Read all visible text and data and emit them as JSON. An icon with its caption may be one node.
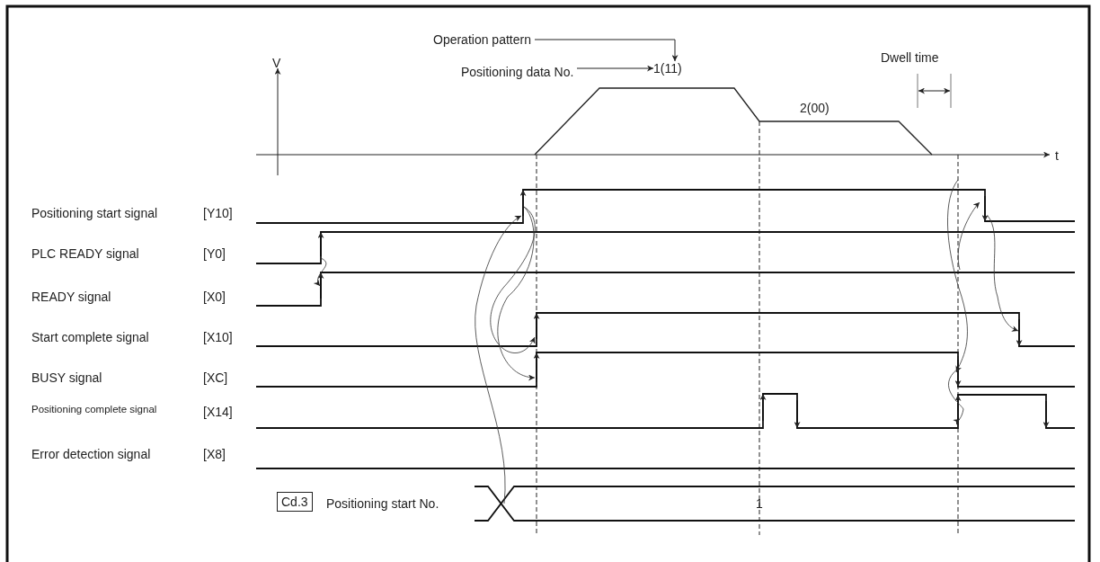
{
  "diagram": {
    "nodes": [
      {
        "text": [
          "Operation pattern"
        ]
      },
      {
        "text": [
          "Positioning data No."
        ]
      },
      {
        "text": [
          "1(11)"
        ]
      },
      {
        "text": [
          "Cd.3"
        ]
      }
    ],
    "edges": [
      {
        "from": 0,
        "to": 2,
        "arrow": "to"
      },
      {
        "from": 1,
        "to": 2,
        "arrow": "to"
      }
    ],
    "labels": [
      "V",
      "Dwell time",
      "2(00)",
      "t",
      "Positioning start signal",
      "[Y10]",
      "PLC READY signal",
      "[Y0]",
      "READY signal",
      "[X0]",
      "Start complete signal",
      "[X10]",
      "BUSY signal",
      "[XC]",
      "Positioning complete signal",
      "[X14]",
      "Error detection signal",
      "[X8]",
      "Positioning start No.",
      "1"
    ]
  }
}
